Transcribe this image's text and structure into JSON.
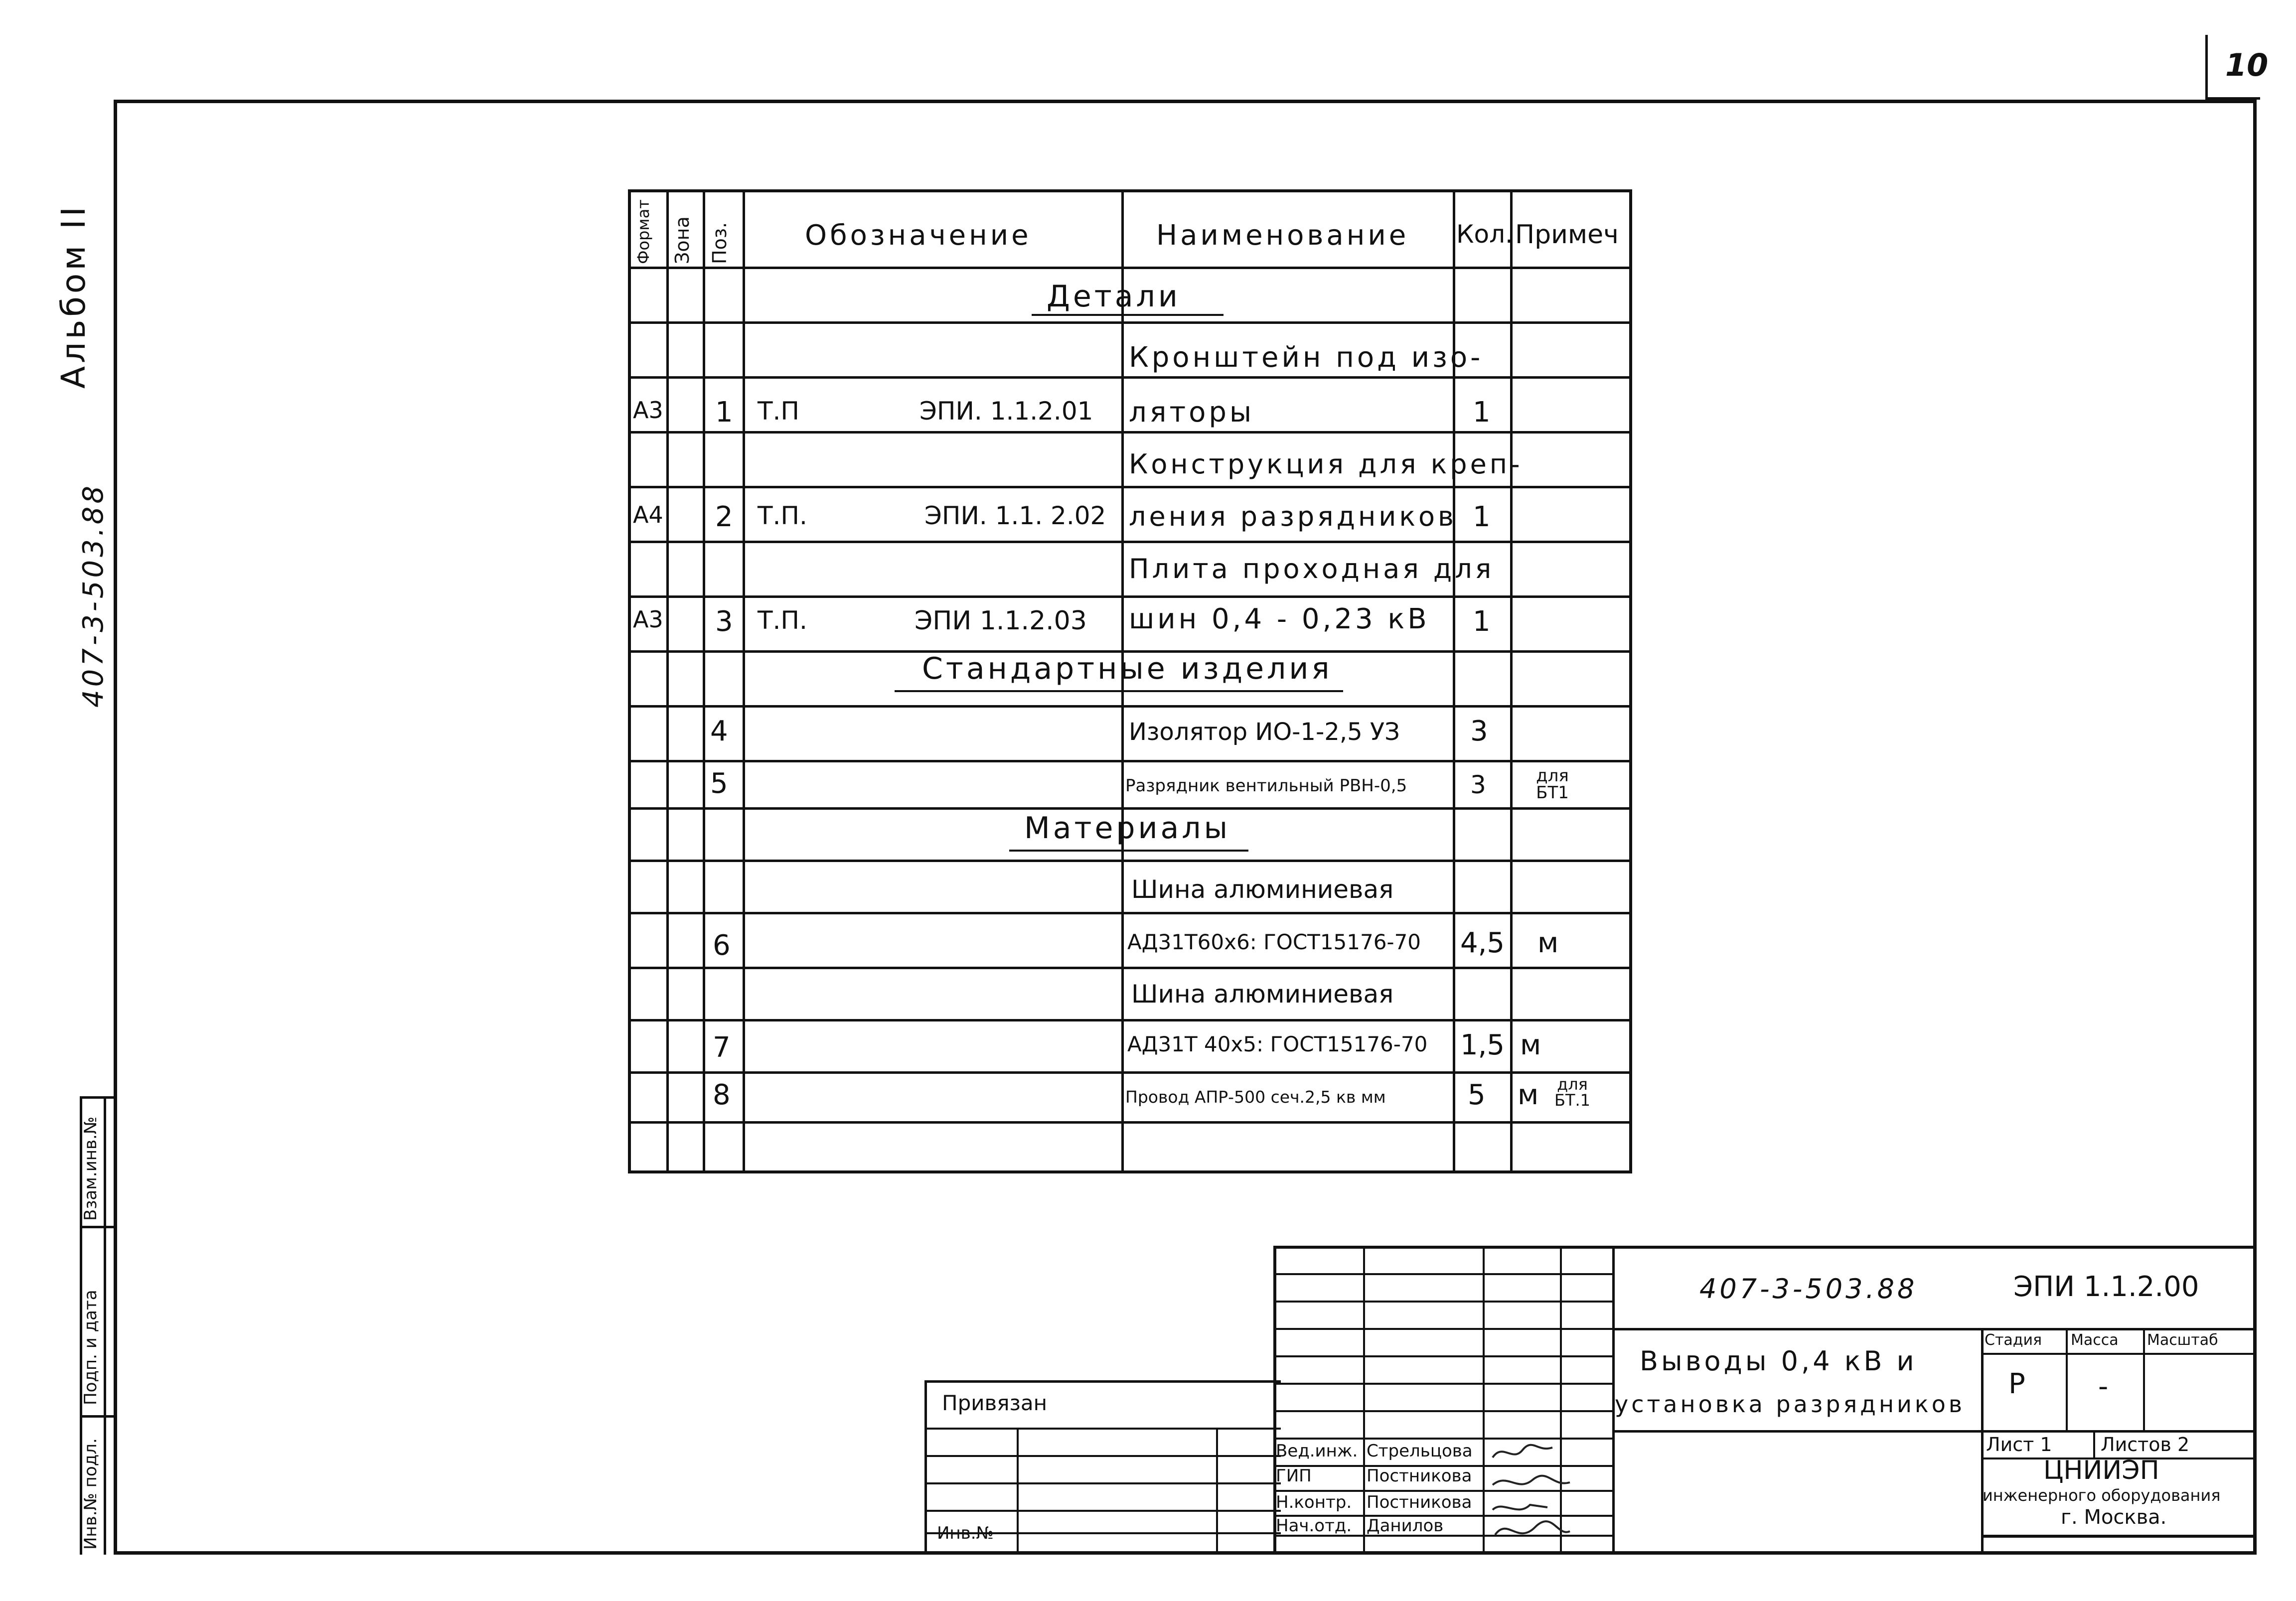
{
  "sheet_number": "10",
  "margin": {
    "album": "Альбом II",
    "project_code": "407-3-503.88",
    "stamp_fields": [
      "Инв.№ подл.",
      "Подп. и дата",
      "Взам.инв.№"
    ]
  },
  "spec_table": {
    "headers": {
      "format": "Формат",
      "zone": "Зона",
      "pos": "Поз.",
      "designation": "Обозначение",
      "name": "Наименование",
      "qty": "Кол.",
      "note": "Примеч"
    },
    "sections": {
      "details": "Детали",
      "standard": "Стандартные изделия",
      "materials": "Материалы"
    },
    "rows": [
      {
        "format": "",
        "pos": "",
        "designation_prefix": "",
        "designation": "",
        "name": "Кронштейн под изо-",
        "qty": "",
        "note": ""
      },
      {
        "format": "А3",
        "pos": "1",
        "designation_prefix": "Т.П",
        "designation": "ЭПИ. 1.1.2.01",
        "name": "ляторы",
        "qty": "1",
        "note": ""
      },
      {
        "format": "",
        "pos": "",
        "designation_prefix": "",
        "designation": "",
        "name": "Конструкция для креп-",
        "qty": "",
        "note": ""
      },
      {
        "format": "А4",
        "pos": "2",
        "designation_prefix": "Т.П.",
        "designation": "ЭПИ. 1.1. 2.02",
        "name": "ления разрядников",
        "qty": "1",
        "note": ""
      },
      {
        "format": "",
        "pos": "",
        "designation_prefix": "",
        "designation": "",
        "name": "Плита проходная для",
        "qty": "",
        "note": ""
      },
      {
        "format": "А3",
        "pos": "3",
        "designation_prefix": "Т.П.",
        "designation": "ЭПИ 1.1.2.03",
        "name": "шин 0,4 - 0,23 кВ",
        "qty": "1",
        "note": ""
      },
      {
        "format": "",
        "pos": "4",
        "designation_prefix": "",
        "designation": "",
        "name": "Изолятор ИО-1-2,5 УЗ",
        "qty": "3",
        "note": ""
      },
      {
        "format": "",
        "pos": "5",
        "designation_prefix": "",
        "designation": "",
        "name": "Разрядник вентильный РВН-0,5",
        "qty": "3",
        "note": "для БТ1"
      },
      {
        "format": "",
        "pos": "",
        "designation_prefix": "",
        "designation": "",
        "name": "Шина алюминиевая",
        "qty": "",
        "note": ""
      },
      {
        "format": "",
        "pos": "6",
        "designation_prefix": "",
        "designation": "",
        "name": "АД31Т60х6: ГОСТ15176-70",
        "qty": "4,5",
        "note": "м"
      },
      {
        "format": "",
        "pos": "",
        "designation_prefix": "",
        "designation": "",
        "name": "Шина алюминиевая",
        "qty": "",
        "note": ""
      },
      {
        "format": "",
        "pos": "7",
        "designation_prefix": "",
        "designation": "",
        "name": "АД31Т 40х5: ГОСТ15176-70",
        "qty": "1,5",
        "note": "м"
      },
      {
        "format": "",
        "pos": "8",
        "designation_prefix": "",
        "designation": "",
        "name": "Провод АПР-500 сеч.2,5 кв мм",
        "qty": "5",
        "note": "м",
        "note_extra": "для БТ.1"
      }
    ]
  },
  "title_block": {
    "bound_label": "Привязан",
    "inv_label": "Инв.№",
    "project_code": "407-3-503.88",
    "doc_code": "ЭПИ 1.1.2.00",
    "title_line1": "Выводы 0,4 кВ и",
    "title_line2": "установка разрядников",
    "stage_label": "Стадия",
    "mass_label": "Масса",
    "scale_label": "Масштаб",
    "stage_value": "Р",
    "mass_value": "-",
    "sheet_label": "Лист 1",
    "sheets_label": "Листов 2",
    "org_line1": "ЦНИИЭП",
    "org_line2": "инженерного оборудования",
    "org_line3": "г. Москва.",
    "people": [
      {
        "role": "Вед.инж.",
        "name": "Стрельцова"
      },
      {
        "role": "ГИП",
        "name": "Постникова"
      },
      {
        "role": "Н.контр.",
        "name": "Постникова"
      },
      {
        "role": "Нач.отд.",
        "name": "Данилов"
      }
    ]
  }
}
